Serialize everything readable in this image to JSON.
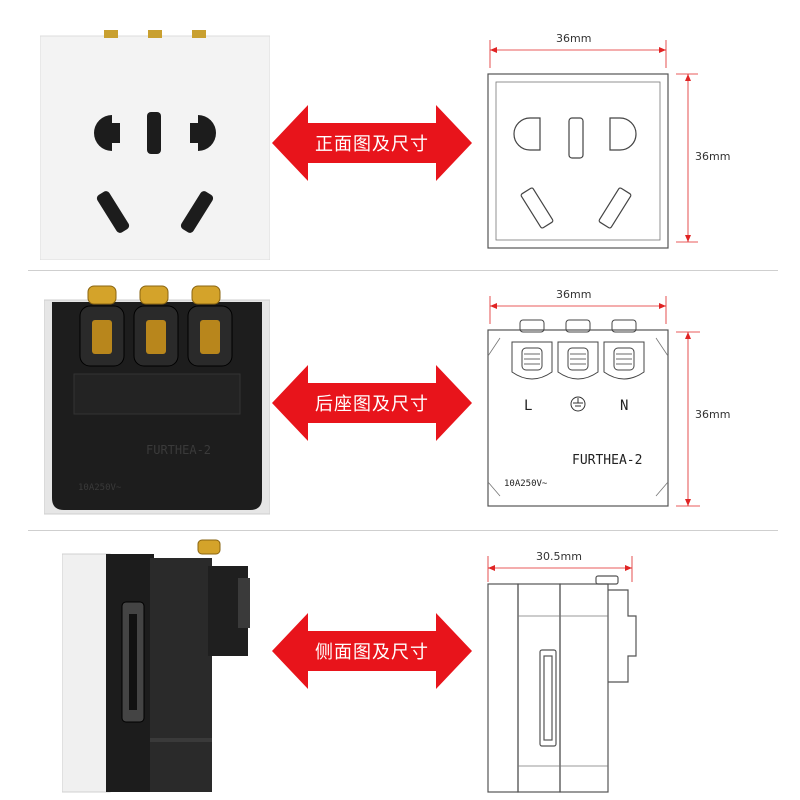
{
  "rows": [
    {
      "id": "front",
      "arrow_label": "正面图及尺寸",
      "dims": {
        "width": "36mm",
        "height": "36mm"
      }
    },
    {
      "id": "back",
      "arrow_label": "后座图及尺寸",
      "dims": {
        "width": "36mm",
        "height": "36mm"
      },
      "terminals": [
        "L",
        "N"
      ],
      "model": "FURTHEA-2",
      "rating": "10A250V~",
      "photo_rating": "10A250V~",
      "photo_model": "FURTHEA-2"
    },
    {
      "id": "side",
      "arrow_label": "侧面图及尺寸",
      "dims": {
        "depth": "30.5mm"
      }
    }
  ],
  "colors": {
    "arrow_red": "#e8141b",
    "dim_red": "#e02424",
    "line_gray": "#555555",
    "plate_white": "#f1f1f1",
    "body_black": "#1a1a1a",
    "brass": "#d4a32a"
  }
}
